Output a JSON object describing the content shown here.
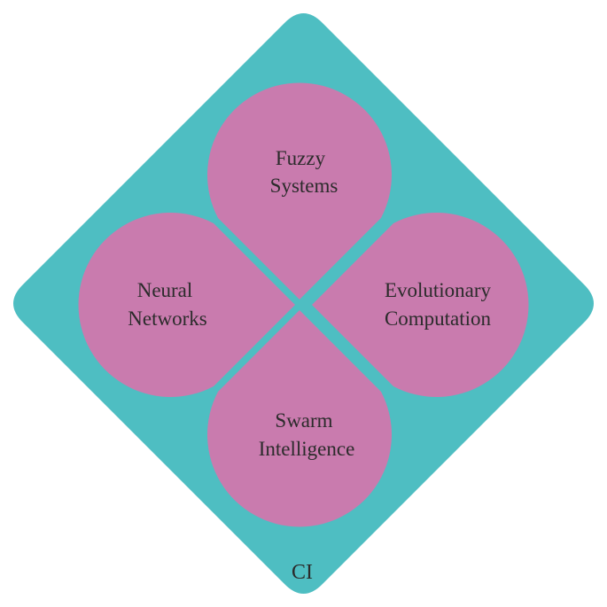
{
  "colors": {
    "diamond": "#4ebec2",
    "petal": "#c97bae",
    "text": "#2b2b2b"
  },
  "container": {
    "label": "CI"
  },
  "petals": {
    "top": {
      "line1": "Fuzzy",
      "line2": "Systems"
    },
    "left": {
      "line1": "Neural",
      "line2": "Networks"
    },
    "right": {
      "line1": "Evolutionary",
      "line2": "Computation"
    },
    "bottom": {
      "line1": "Swarm",
      "line2": "Intelligence"
    }
  }
}
